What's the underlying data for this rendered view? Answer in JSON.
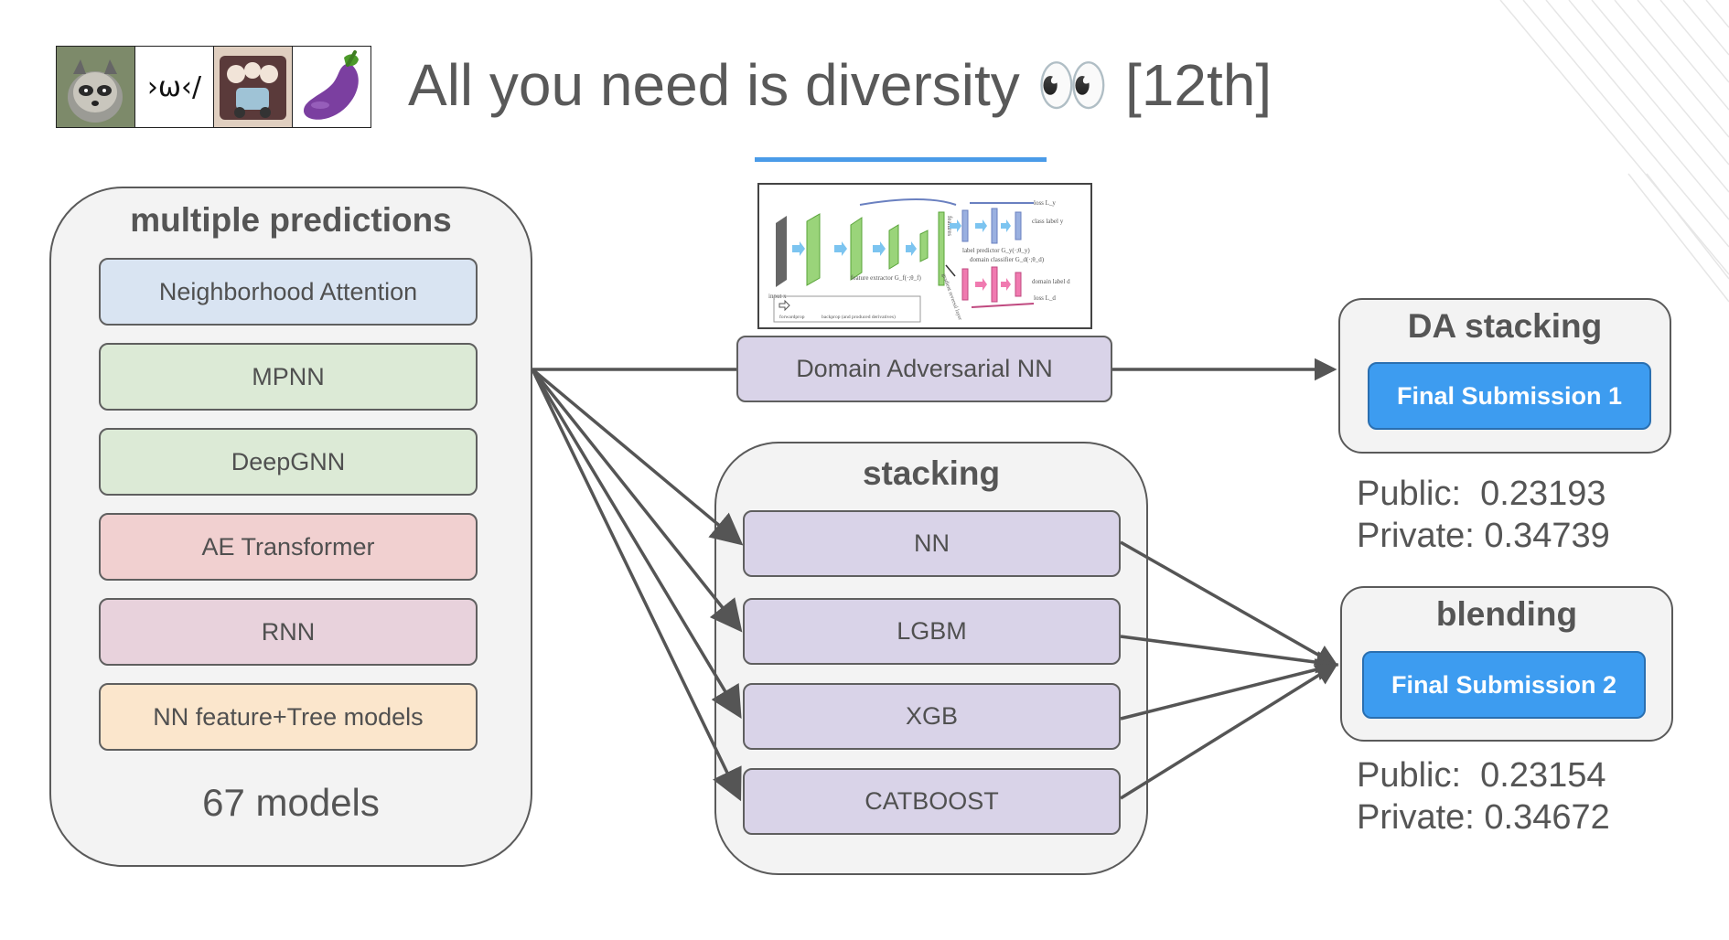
{
  "slide": {
    "title": "All you need is diversity 👀 [12th]"
  },
  "avatars": [
    {
      "icon": "raccoon-avatar-icon"
    },
    {
      "icon": "kaomoji-avatar-icon",
      "text": "›ω‹/"
    },
    {
      "icon": "illustrated-characters-avatar-icon"
    },
    {
      "icon": "eggplant-avatar-icon"
    }
  ],
  "groups": {
    "predictions": {
      "title": "multiple predictions",
      "models": [
        {
          "label": "Neighborhood Attention",
          "color": "#d9e4f2"
        },
        {
          "label": "MPNN",
          "color": "#dcead6"
        },
        {
          "label": "DeepGNN",
          "color": "#dcead6"
        },
        {
          "label": "AE Transformer",
          "color": "#f1d0d0"
        },
        {
          "label": "RNN",
          "color": "#e8d2dc"
        },
        {
          "label": "NN feature+Tree models",
          "color": "#fbe6cc"
        }
      ],
      "count_label": "67 models"
    },
    "dann": {
      "label": "Domain Adversarial NN",
      "color": "#d9d3e8"
    },
    "stacking": {
      "title": "stacking",
      "models": [
        {
          "label": "NN"
        },
        {
          "label": "LGBM"
        },
        {
          "label": "XGB"
        },
        {
          "label": "CATBOOST"
        }
      ],
      "color": "#d9d3e8"
    },
    "da_stacking": {
      "title": "DA stacking",
      "submission": "Final Submission 1",
      "public": "Public:  0.23193",
      "private": "Private: 0.34739"
    },
    "blending": {
      "title": "blending",
      "submission": "Final Submission 2",
      "public": "Public:  0.23154",
      "private": "Private: 0.34672"
    }
  },
  "dann_figure": {
    "input_label": "input x",
    "feature_extractor": "feature extractor G_f(·;θ_f)",
    "features": "features",
    "label_predictor": "label predictor G_y(·;θ_y)",
    "class_label": "class label y",
    "loss_y": "loss L_y",
    "domain_classifier": "domain classifier G_d(·;θ_d)",
    "domain_label": "domain label d",
    "loss_d": "loss L_d",
    "gradient_reversal": "gradient reversal layer",
    "legend_forward": "forwardprop",
    "legend_back": "backprop (and produced derivatives)"
  },
  "colors": {
    "arrow": "#555555",
    "accent_blue": "#3d9cf0",
    "title_underline": "#4a9be8"
  }
}
